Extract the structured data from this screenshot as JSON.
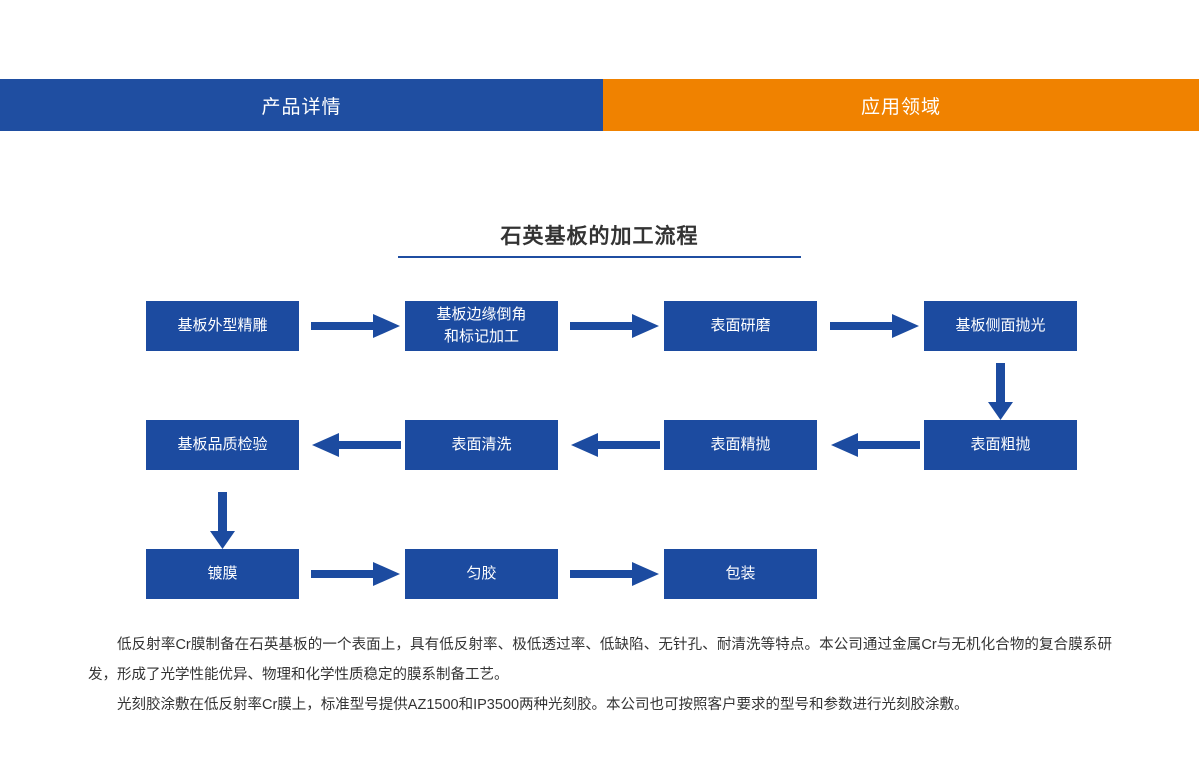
{
  "nav": {
    "tabs": [
      {
        "label": "产品详情",
        "color": "#1f4ea1",
        "active": true
      },
      {
        "label": "应用领域",
        "color": "#f08200",
        "active": false
      }
    ]
  },
  "section": {
    "title": "石英基板的加工流程",
    "rule_color": "#1f4ea1"
  },
  "flow": {
    "box_color": "#1c4ba0",
    "arrow_color": "#1c4ba0",
    "rows": [
      {
        "boxes": [
          {
            "label": "基板外型精雕"
          },
          {
            "label": "基板边缘倒角\n和标记加工"
          },
          {
            "label": "表面研磨"
          },
          {
            "label": "基板侧面抛光"
          }
        ],
        "arrows": [
          "right",
          "right",
          "right"
        ]
      },
      {
        "boxes": [
          {
            "label": "基板品质检验"
          },
          {
            "label": "表面清洗"
          },
          {
            "label": "表面精抛"
          },
          {
            "label": "表面粗抛"
          }
        ],
        "arrows": [
          "left",
          "left",
          "left"
        ]
      },
      {
        "boxes": [
          {
            "label": "镀膜"
          },
          {
            "label": "匀胶"
          },
          {
            "label": "包装"
          }
        ],
        "arrows": [
          "right",
          "right"
        ]
      }
    ],
    "connectors": [
      {
        "direction": "down",
        "name": "connector-row1-to-row2"
      },
      {
        "direction": "down",
        "name": "connector-row2-to-row3"
      }
    ]
  },
  "body": {
    "paragraphs": [
      "低反射率Cr膜制备在石英基板的一个表面上，具有低反射率、极低透过率、低缺陷、无针孔、耐清洗等特点。本公司通过金属Cr与无机化合物的复合膜系研发，形成了光学性能优异、物理和化学性质稳定的膜系制备工艺。",
      "光刻胶涂敷在低反射率Cr膜上，标准型号提供AZ1500和IP3500两种光刻胶。本公司也可按照客户要求的型号和参数进行光刻胶涂敷。"
    ]
  }
}
